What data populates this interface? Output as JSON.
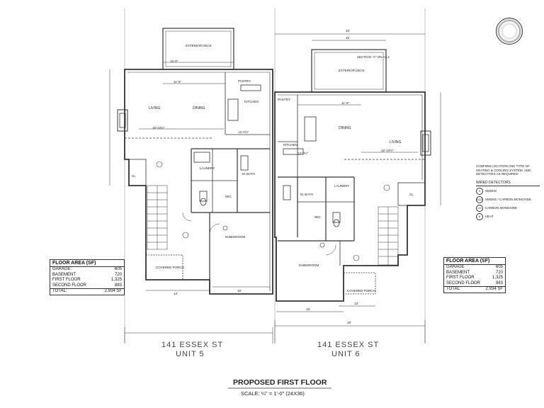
{
  "sheet": {
    "title": "PROPOSED FIRST FLOOR",
    "scale": "SCALE: ¼\" = 1'-0\" (24X36)"
  },
  "units": [
    {
      "address": "141 ESSEX ST",
      "unit": "UNIT 5",
      "rooms": {
        "exterior_deck": "EXTERIOR DECK",
        "living": "LIVING",
        "dining": "DINING",
        "kitchen": "KITCHEN",
        "laundry": "LAUNDRY",
        "m_bath": "M. BATH",
        "wic": "WIC",
        "m_bedroom": "M.BEDROOM",
        "covered_porch": "COVERED PORCH",
        "cl": "CL",
        "pantry": "PANTRY"
      },
      "dims": {
        "deck_w": "16'-6\"",
        "kitchen_w": "11'-6\"",
        "living_w": "15'-10½\"",
        "kit_d": "12'-0½\"",
        "total_w": "13'",
        "depth": "16'"
      }
    },
    {
      "address": "141 ESSEX ST",
      "unit": "UNIT 6",
      "rooms": {
        "exterior_deck": "EXTERIOR DECK",
        "section": "SECTION \"A\" ON A3.2",
        "living": "LIVING",
        "dining": "DINING",
        "kitchen": "KITCHEN",
        "laundry": "LAUNDRY",
        "m_bath": "M. BATH",
        "wic": "WIC",
        "m_bedroom": "M.BEDROOM",
        "covered_porch": "COVERED PORCH",
        "cl": "CL",
        "pantry": "PANTRY"
      },
      "dims": {
        "top_w": "33'",
        "deck_w": "16'",
        "kitchen_w": "11'-6\"",
        "living_w": "15'-10½\"",
        "kit_d": "12'-0½\"",
        "bottom_w": "28'",
        "mid_w": "15'",
        "porch_w": "13'"
      }
    }
  ],
  "floor_area": {
    "header": "FLOOR AREA (SF)",
    "rows": [
      {
        "label": "GARAGE",
        "value": "605"
      },
      {
        "label": "BASEMENT",
        "value": "720"
      },
      {
        "label": "FIRST FLOOR",
        "value": "1,325"
      },
      {
        "label": "SECOND FLOOR",
        "value": "883"
      },
      {
        "label": "TOTAL:",
        "value": "2,934 SF"
      }
    ]
  },
  "notes": {
    "hvac": "CONFIRM LOCATION AND TYPE OF HEATING & COOLING SYSTEM. ADD DETECTORS AS REQUIRED",
    "legend_title": "WIRED DETECTORS",
    "legend": [
      {
        "sym": "S",
        "label": "SMOKE"
      },
      {
        "sym": "S/CO",
        "label": "SMOKE / CARBON MONOXIDE"
      },
      {
        "sym": "CO",
        "label": "CARBON MONOXIDE"
      },
      {
        "sym": "H",
        "label": "HEAT"
      }
    ]
  }
}
